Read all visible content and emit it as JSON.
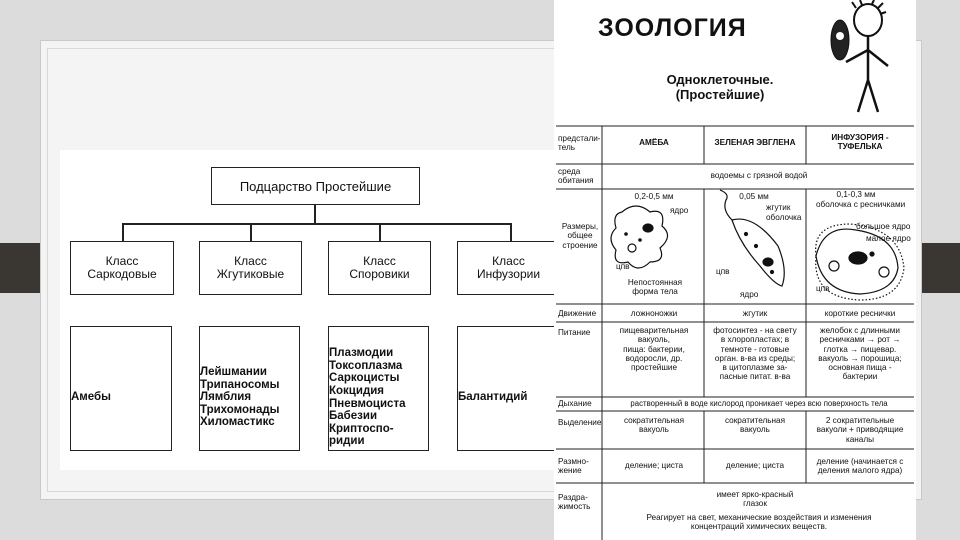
{
  "diagram": {
    "root": "Подцарство Простейшие",
    "classes": [
      {
        "line1": "Класс",
        "line2": "Саркодовые",
        "members": [
          "Амебы"
        ]
      },
      {
        "line1": "Класс",
        "line2": "Жгутиковые",
        "members": [
          "Лейшмании",
          "Трипаносомы",
          "Лямблия",
          "Трихомонады",
          "Хиломастикс"
        ]
      },
      {
        "line1": "Класс",
        "line2": "Споровики",
        "members": [
          "Плазмодии",
          "Токсоплазма",
          "Саркоцисты",
          "Кокцидия",
          "Пневмоциста",
          "Бабезии",
          "Криптоспо-",
          "ридии"
        ]
      },
      {
        "line1": "Класс",
        "line2": "Инфузории",
        "members": [
          "Балантидий"
        ]
      }
    ]
  },
  "page": {
    "title": "ЗООЛОГИЯ",
    "subtitle_line1": "Одноклеточные.",
    "subtitle_line2": "(Простейшие)",
    "headers": {
      "rep1": "предстали-",
      "rep2": "тель",
      "amoeba": "АМЁБА",
      "euglena": "ЗЕЛЕНАЯ ЭВГЛЕНА",
      "inf1": "ИНФУЗОРИЯ -",
      "inf2": "ТУФЕЛЬКА"
    },
    "rows": {
      "env_label1": "среда",
      "env_label2": "обитания",
      "env_value": "водоемы с грязной водой",
      "size_label1": "Размеры,",
      "size_label2": "общее",
      "size_label3": "строение",
      "amoeba_size": "0,2-0,5 мм",
      "euglena_size": "0,05 мм",
      "inf_size": "0,1-0,3 мм",
      "amoeba_note1": "Непостоянная",
      "amoeba_note2": "форма тела",
      "move_label": "Движение",
      "move_amoeba": "ложноножки",
      "move_euglena": "жгутик",
      "move_inf": "короткие реснички",
      "food_label": "Питание",
      "food_amoeba": [
        "пищеварительная",
        "вакуоль,",
        "пища: бактерии,",
        "водоросли, др.",
        "простейшие"
      ],
      "food_euglena": [
        "фотосинтез - на свету",
        "в хлоропластах; в",
        "темноте - готовые",
        "орган. в-ва из среды;",
        "в цитоплазме за-",
        "пасные питат. в-ва"
      ],
      "food_inf": [
        "желобок с длинными",
        "ресничками → рот →",
        "глотка → пищевар.",
        "вакуоль → порошица;",
        "основная пища -",
        "бактерии"
      ],
      "breath_label": "Дыхание",
      "breath_value": "растворенный в воде кислород проникает через всю поверхность тела",
      "excr_label": "Выделение",
      "excr_amoeba": [
        "сократительная",
        "вакуоль"
      ],
      "excr_euglena": [
        "сократительная",
        "вакуоль"
      ],
      "excr_inf": [
        "2 сократительные",
        "вакуоли + приводящие",
        "каналы"
      ],
      "repro_label1": "Размно-",
      "repro_label2": "жение",
      "repro_amoeba": "деление; циста",
      "repro_euglena": "деление; циста",
      "repro_inf": [
        "деление (начинается с",
        "деления малого ядра)"
      ],
      "irr_label1": "Раздра-",
      "irr_label2": "жимость",
      "irr_euglena": [
        "имеет ярко-красный",
        "глазок"
      ],
      "irr_common": [
        "Реагирует на свет, механические воздействия и изменения",
        "концентраций химических веществ."
      ]
    },
    "labels": {
      "nucleus": "ядро",
      "cpv": "цпв",
      "flagellum": "жгутик",
      "shell": "оболочка",
      "cilia_shell": "оболочка с ресничками",
      "big_nucleus": "большое ядро",
      "small_nucleus": "малое ядро"
    }
  },
  "colors": {
    "band": "#3a3733",
    "frame": "#f4f4f4",
    "ink": "#111111"
  }
}
